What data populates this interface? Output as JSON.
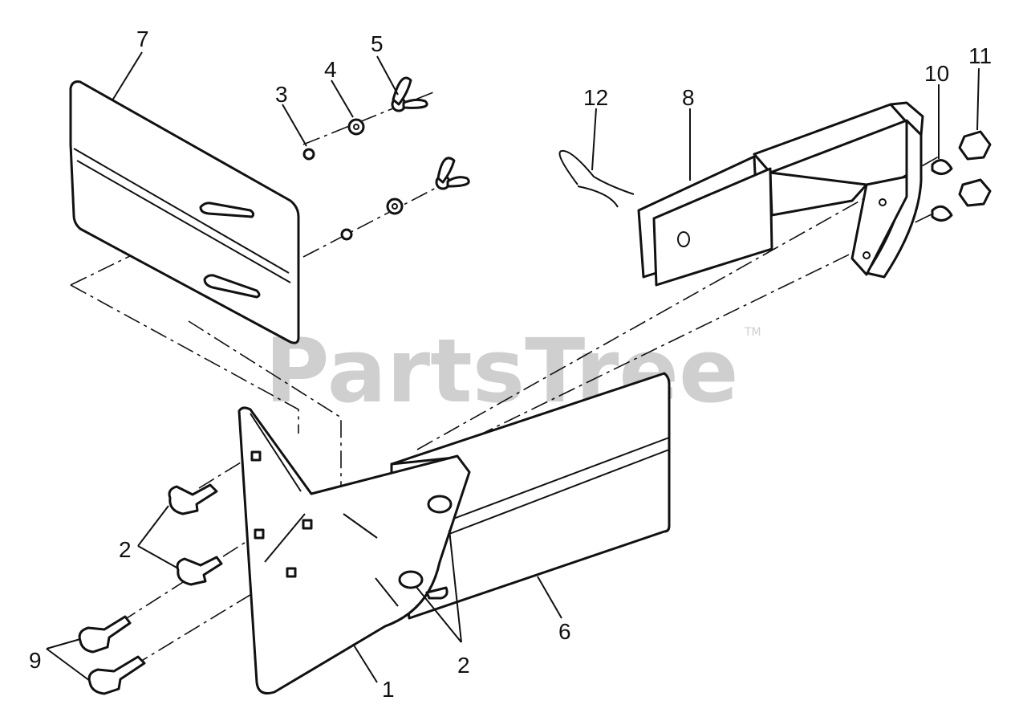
{
  "watermark": {
    "text": "PartsTree",
    "trademark": "TM"
  },
  "callouts": {
    "c1": "1",
    "c2a": "2",
    "c2b": "2",
    "c3": "3",
    "c4": "4",
    "c5": "5",
    "c6": "6",
    "c7": "7",
    "c8": "8",
    "c9": "9",
    "c10": "10",
    "c11": "11",
    "c12": "12"
  }
}
